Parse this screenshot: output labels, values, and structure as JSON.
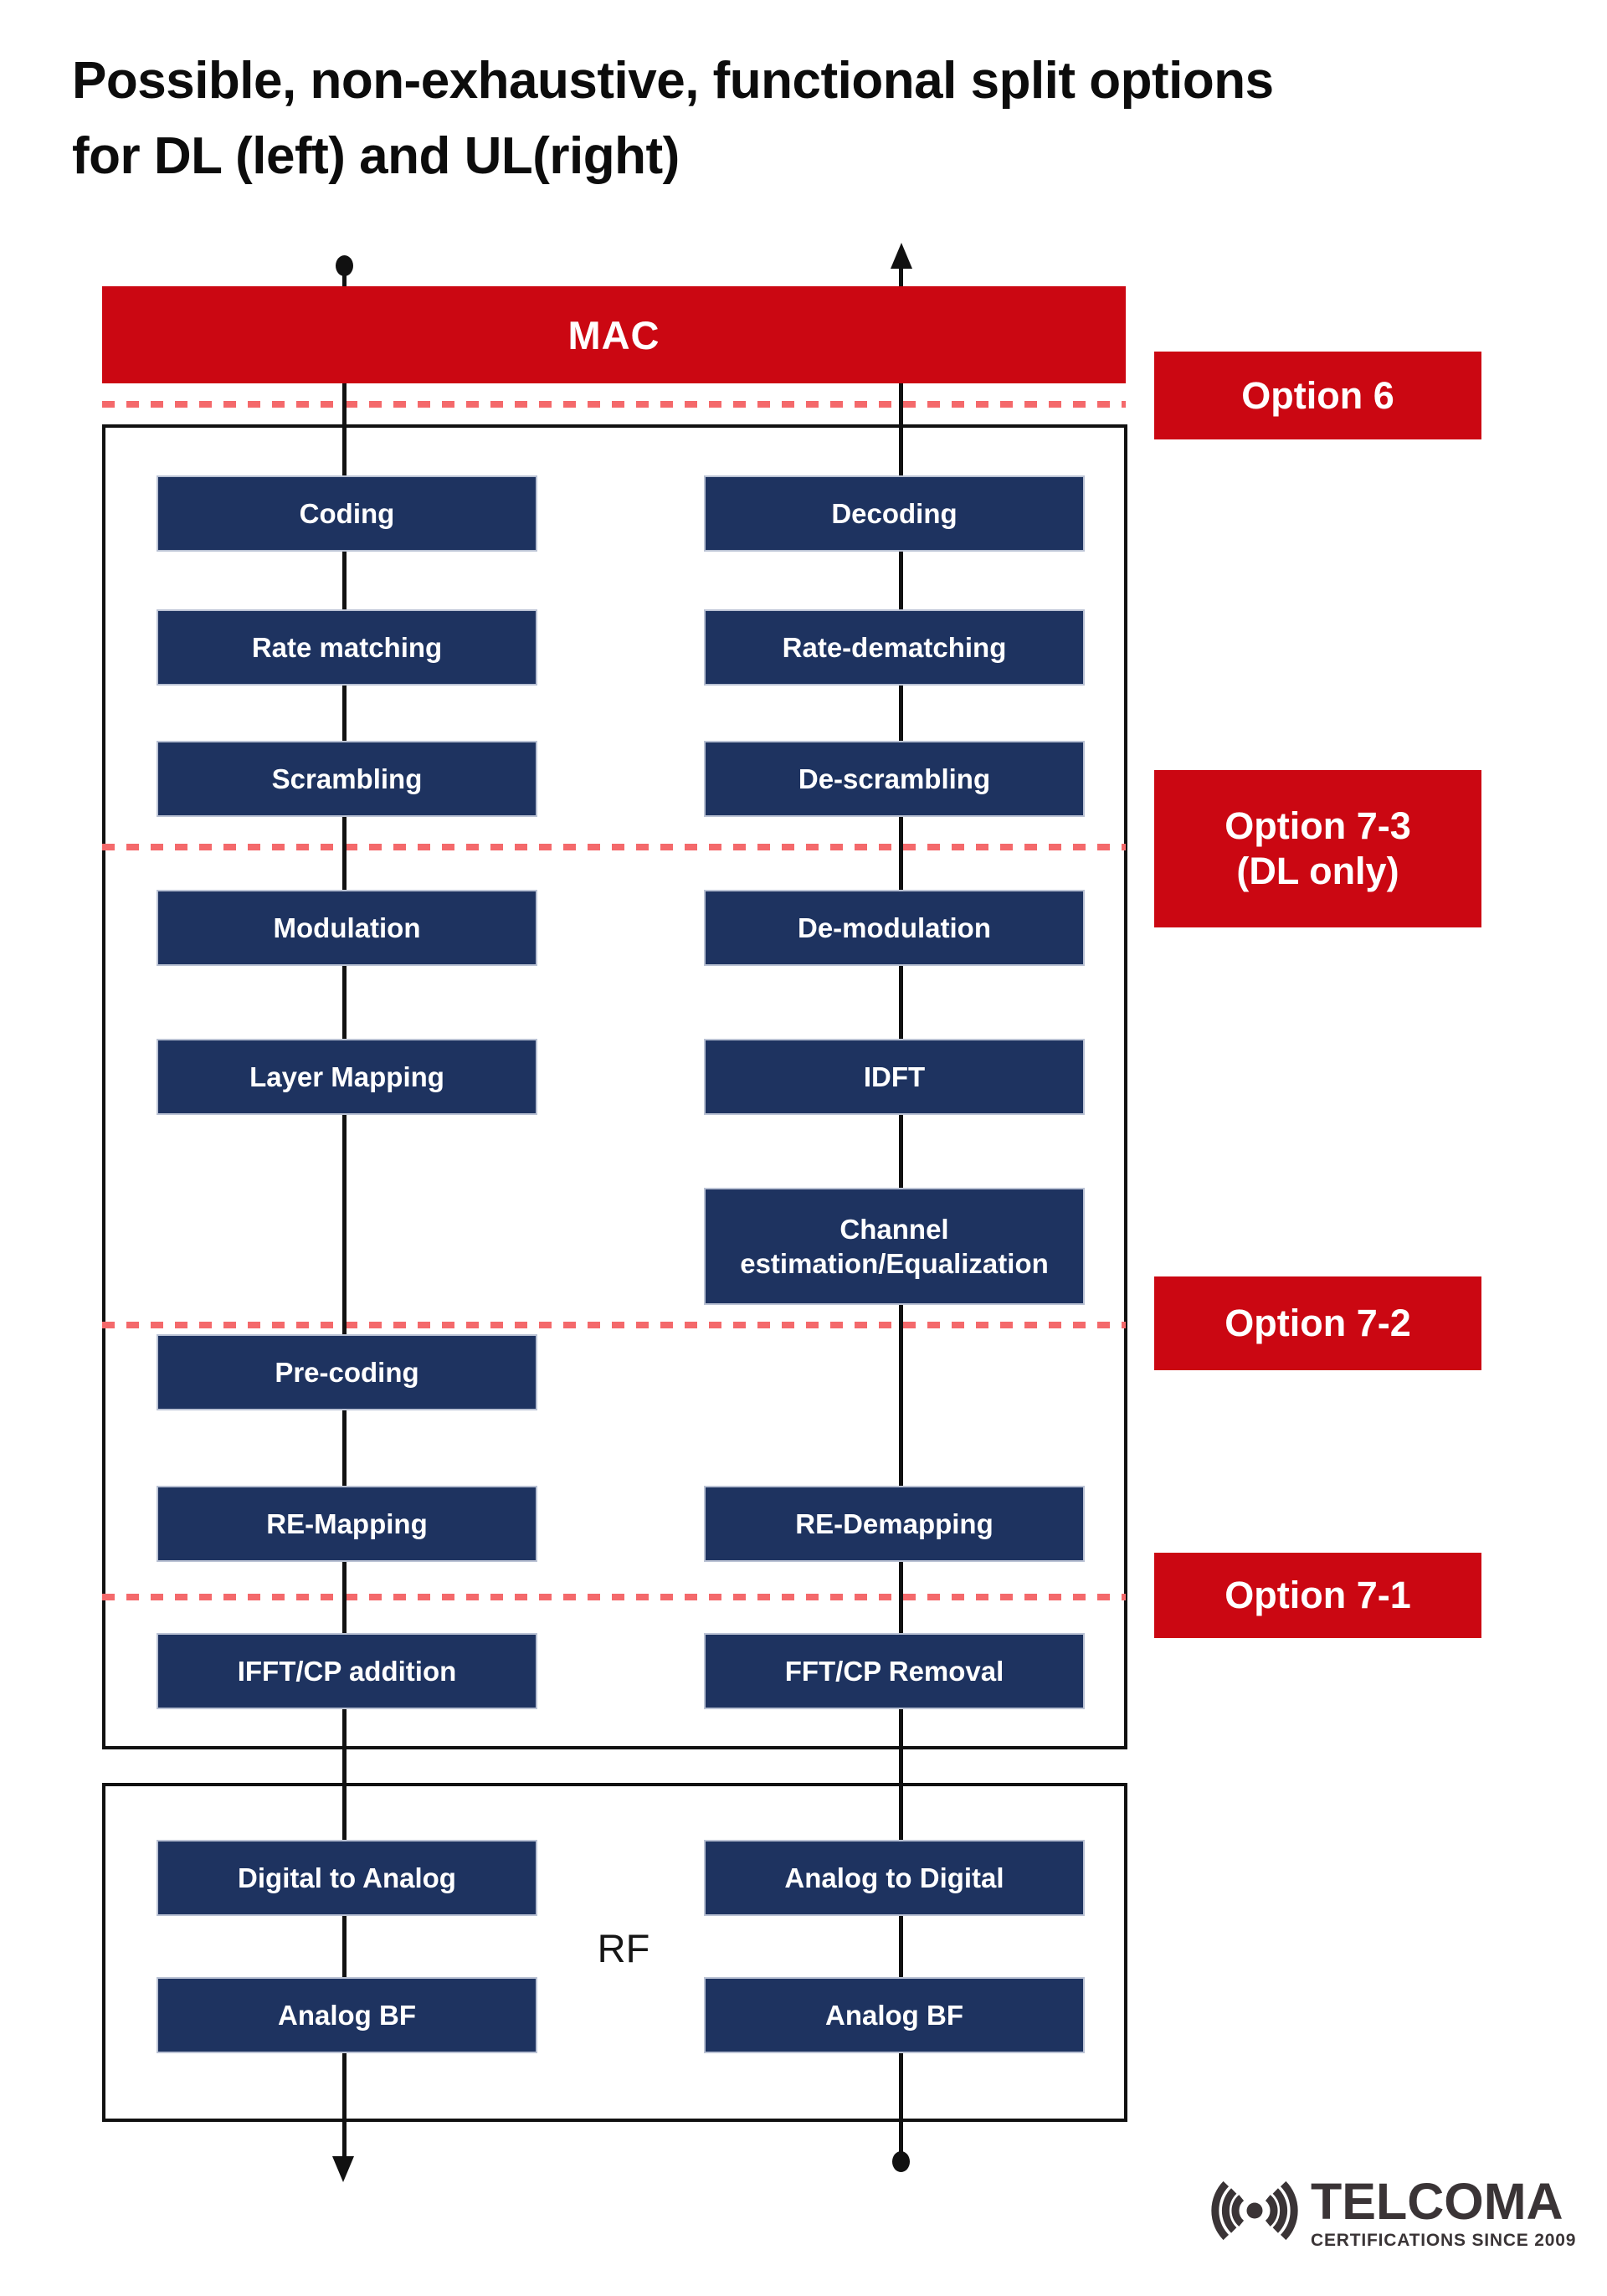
{
  "title": {
    "line1": "Possible, non-exhaustive, functional split options",
    "line2": "for DL (left) and UL(right)"
  },
  "mac_label": "MAC",
  "options": [
    {
      "label": "Option 6"
    },
    {
      "label": "Option 7-3",
      "sub": "(DL only)"
    },
    {
      "label": "Option 7-2"
    },
    {
      "label": "Option 7-1"
    }
  ],
  "dl_chain": [
    "Coding",
    "Rate matching",
    "Scrambling",
    "Modulation",
    "Layer Mapping",
    "Pre-coding",
    "RE-Mapping",
    "IFFT/CP addition"
  ],
  "ul_chain": [
    "Decoding",
    "Rate-dematching",
    "De-scrambling",
    "De-modulation",
    "IDFT",
    "Channel estimation/Equalization",
    "RE-Demapping",
    "FFT/CP Removal"
  ],
  "rf_section": {
    "label": "RF",
    "dl": [
      "Digital to Analog",
      "Analog BF"
    ],
    "ul": [
      "Analog to Digital",
      "Analog BF"
    ]
  },
  "footer": {
    "brand": "TELCOMA",
    "tagline": "CERTIFICATIONS SINCE 2009"
  },
  "colors": {
    "red": "#CB0712",
    "navy": "#1E3360",
    "dash": "#F4696B",
    "ink": "#111111",
    "logo": "#3A3436"
  }
}
